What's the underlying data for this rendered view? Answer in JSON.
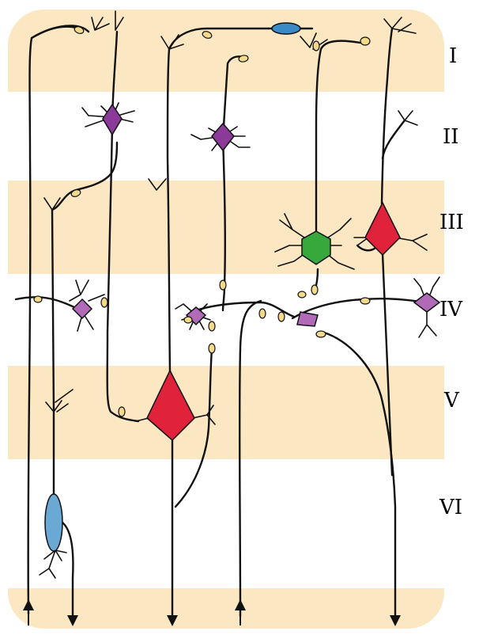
{
  "layers": [
    {
      "id": "I",
      "label": "I"
    },
    {
      "id": "II",
      "label": "II"
    },
    {
      "id": "III",
      "label": "III"
    },
    {
      "id": "IV",
      "label": "IV"
    },
    {
      "id": "V",
      "label": "V"
    },
    {
      "id": "VI",
      "label": "VI"
    }
  ],
  "colors": {
    "band": "#fbe8c2",
    "pyramidal": "#e0223a",
    "stellate": "#8b3a9a",
    "stellate_light": "#b06ab8",
    "green_cell": "#37a83c",
    "blue_cell": "#6aa9d4",
    "bouton": "#f3d98a"
  }
}
